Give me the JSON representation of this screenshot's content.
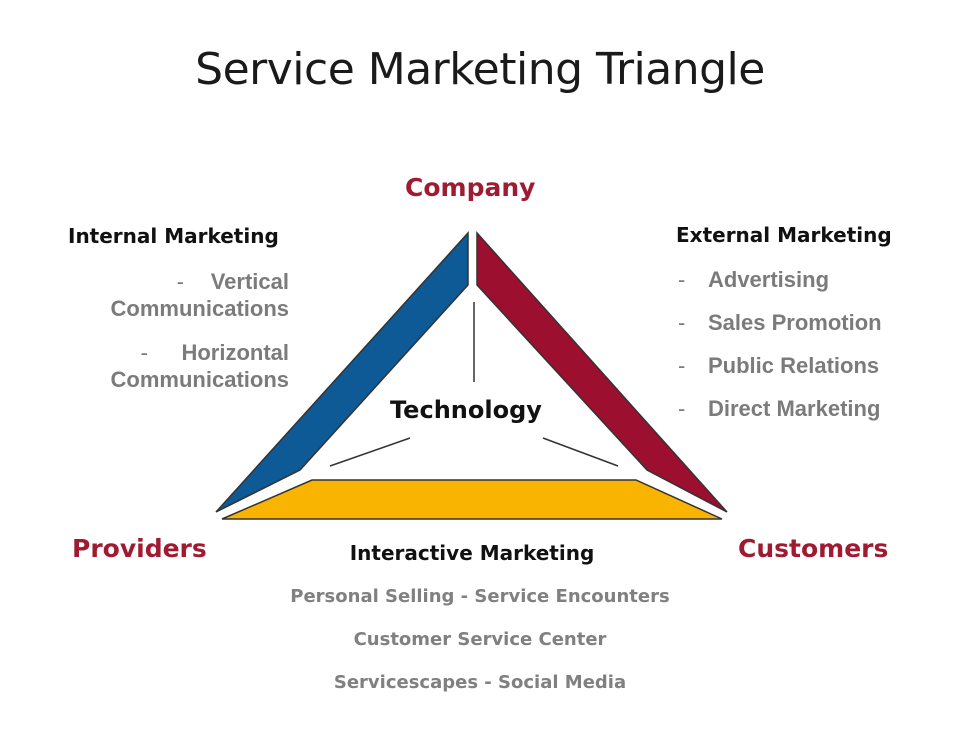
{
  "title": "Service Marketing Triangle",
  "vertices": {
    "company": "Company",
    "providers": "Providers",
    "customers": "Customers"
  },
  "center": "Technology",
  "internal_marketing": {
    "heading": "Internal Marketing",
    "items": [
      "Vertical",
      "Communications",
      "Horizontal",
      "Communications"
    ]
  },
  "external_marketing": {
    "heading": "External Marketing",
    "items": [
      "Advertising",
      "Sales Promotion",
      "Public Relations",
      "Direct Marketing"
    ]
  },
  "interactive_marketing": {
    "heading": "Interactive Marketing",
    "items": [
      "Personal Selling - Service Encounters",
      "Customer Service Center",
      "Servicescapes - Social Media"
    ]
  },
  "colors": {
    "left_side": "#0e5a96",
    "right_side": "#9c0f2e",
    "base": "#f8b400",
    "vertex_label": "#9e1b32"
  }
}
